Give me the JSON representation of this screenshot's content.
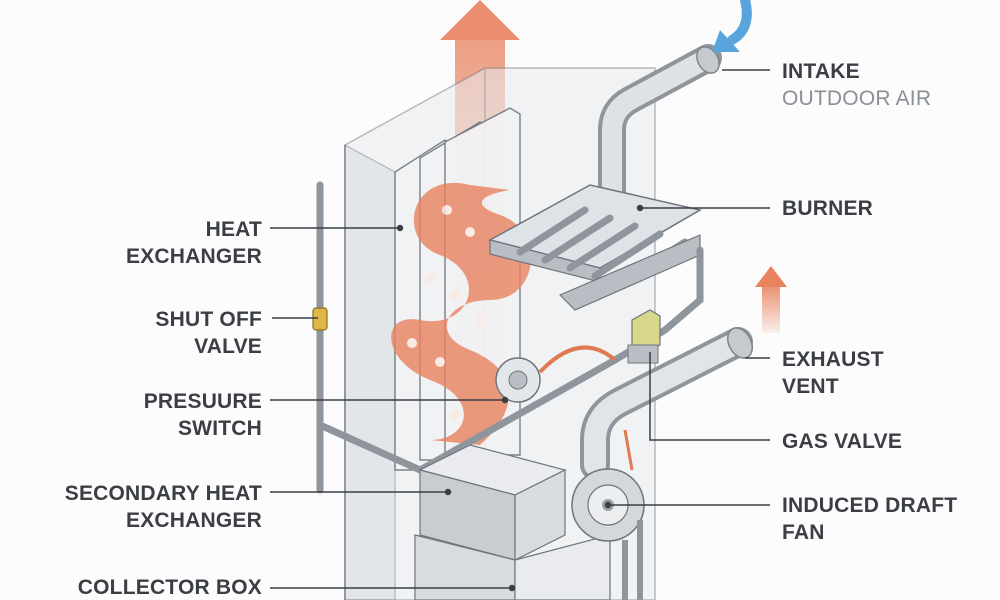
{
  "labels": {
    "intake": "INTAKE",
    "intake_sub": "OUTDOOR AIR",
    "burner": "BURNER",
    "heat_exchanger_1": "HEAT",
    "heat_exchanger_2": "EXCHANGER",
    "shut_off_valve_1": "SHUT OFF",
    "shut_off_valve_2": "VALVE",
    "pressure_switch_1": "PRESUURE",
    "pressure_switch_2": "SWITCH",
    "secondary_heat_exchanger_1": "SECONDARY HEAT",
    "secondary_heat_exchanger_2": "EXCHANGER",
    "collector_box": "COLLECTOR BOX",
    "exhaust_vent_1": "EXHAUST",
    "exhaust_vent_2": "VENT",
    "gas_valve": "GAS VALVE",
    "induced_draft_fan_1": "INDUCED DRAFT",
    "induced_draft_fan_2": "FAN"
  },
  "colors": {
    "label_text": "#3b3f45",
    "sub_text": "#8a8f96",
    "leader_line": "#3b3f45",
    "heat_flow": "#e8825f",
    "cool_air": "#5aa4de",
    "metal": "#b9bec4",
    "cabinet": "#dfe2e6"
  }
}
